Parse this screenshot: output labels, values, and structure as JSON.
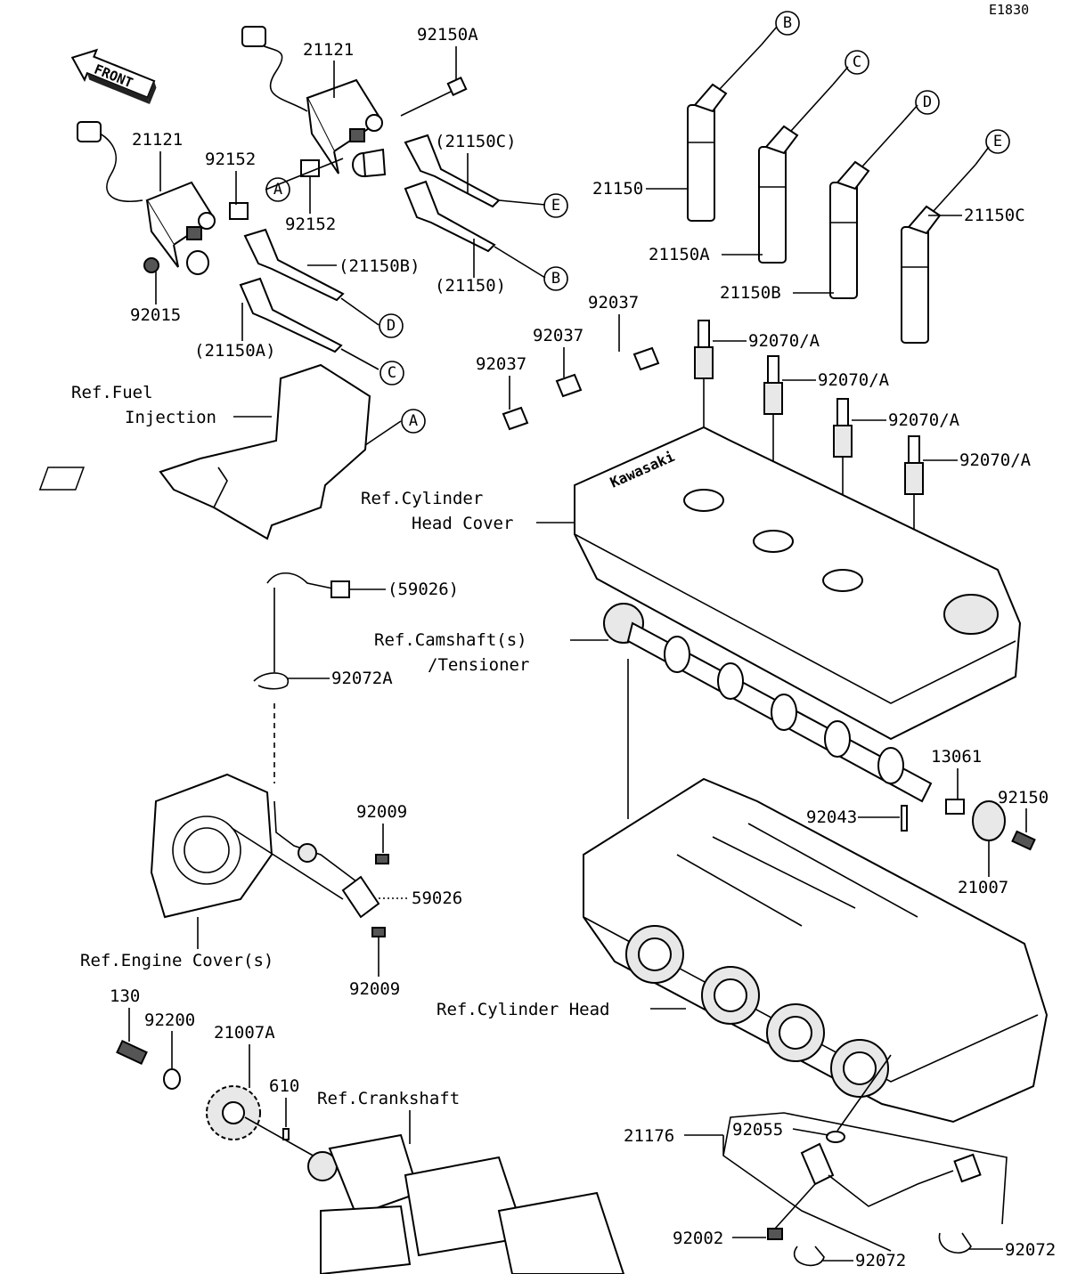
{
  "diagram_id": "E1830",
  "front_label": "FRONT",
  "labels": {
    "coil_top": "21121",
    "coil_left": "21121",
    "bolt_top": "92150A",
    "collar_mid": "92152",
    "collar_left": "92152",
    "nut_left": "92015",
    "cap_21150C": "(21150C)",
    "cap_21150": "(21150)",
    "cap_21150B": "(21150B)",
    "cap_21150A": "(21150A)",
    "lead_21150": "21150",
    "lead_21150A": "21150A",
    "lead_21150B": "21150B",
    "lead_21150C": "21150C",
    "clamp_1": "92037",
    "clamp_2": "92037",
    "clamp_3": "92037",
    "plug_1": "92070/A",
    "plug_2": "92070/A",
    "plug_3": "92070/A",
    "plug_4": "92070/A",
    "ref_fuel_1": "Ref.Fuel",
    "ref_fuel_2": "Injection",
    "ref_head_cover_1": "Ref.Cylinder",
    "ref_head_cover_2": "Head Cover",
    "sensor_lead": "(59026)",
    "clamp_92072A": "92072A",
    "ref_camshaft_1": "Ref.Camshaft(s)",
    "ref_camshaft_2": "/Tensioner",
    "bolt_92009_top": "92009",
    "sensor_59026": "59026",
    "bolt_92009_bottom": "92009",
    "ref_engine_cover": "Ref.Engine Cover(s)",
    "rotor_13061": "13061",
    "bolt_92150": "92150",
    "pin_92043": "92043",
    "rotor_21007": "21007",
    "ref_cyl_head": "Ref.Cylinder Head",
    "bolt_130": "130",
    "washer_92200": "92200",
    "rotor_21007A": "21007A",
    "pin_610": "610",
    "ref_crankshaft": "Ref.Crankshaft",
    "sensor_21176": "21176",
    "oring_92055": "92055",
    "bolt_92002": "92002",
    "clamp_92072_a": "92072",
    "clamp_92072_b": "92072"
  },
  "callouts": {
    "A1": "A",
    "A2": "A",
    "B1": "B",
    "B2": "B",
    "C1": "C",
    "C2": "C",
    "D1": "D",
    "D2": "D",
    "E1": "E",
    "E2": "E"
  },
  "brand_mark": "Kawasaki"
}
